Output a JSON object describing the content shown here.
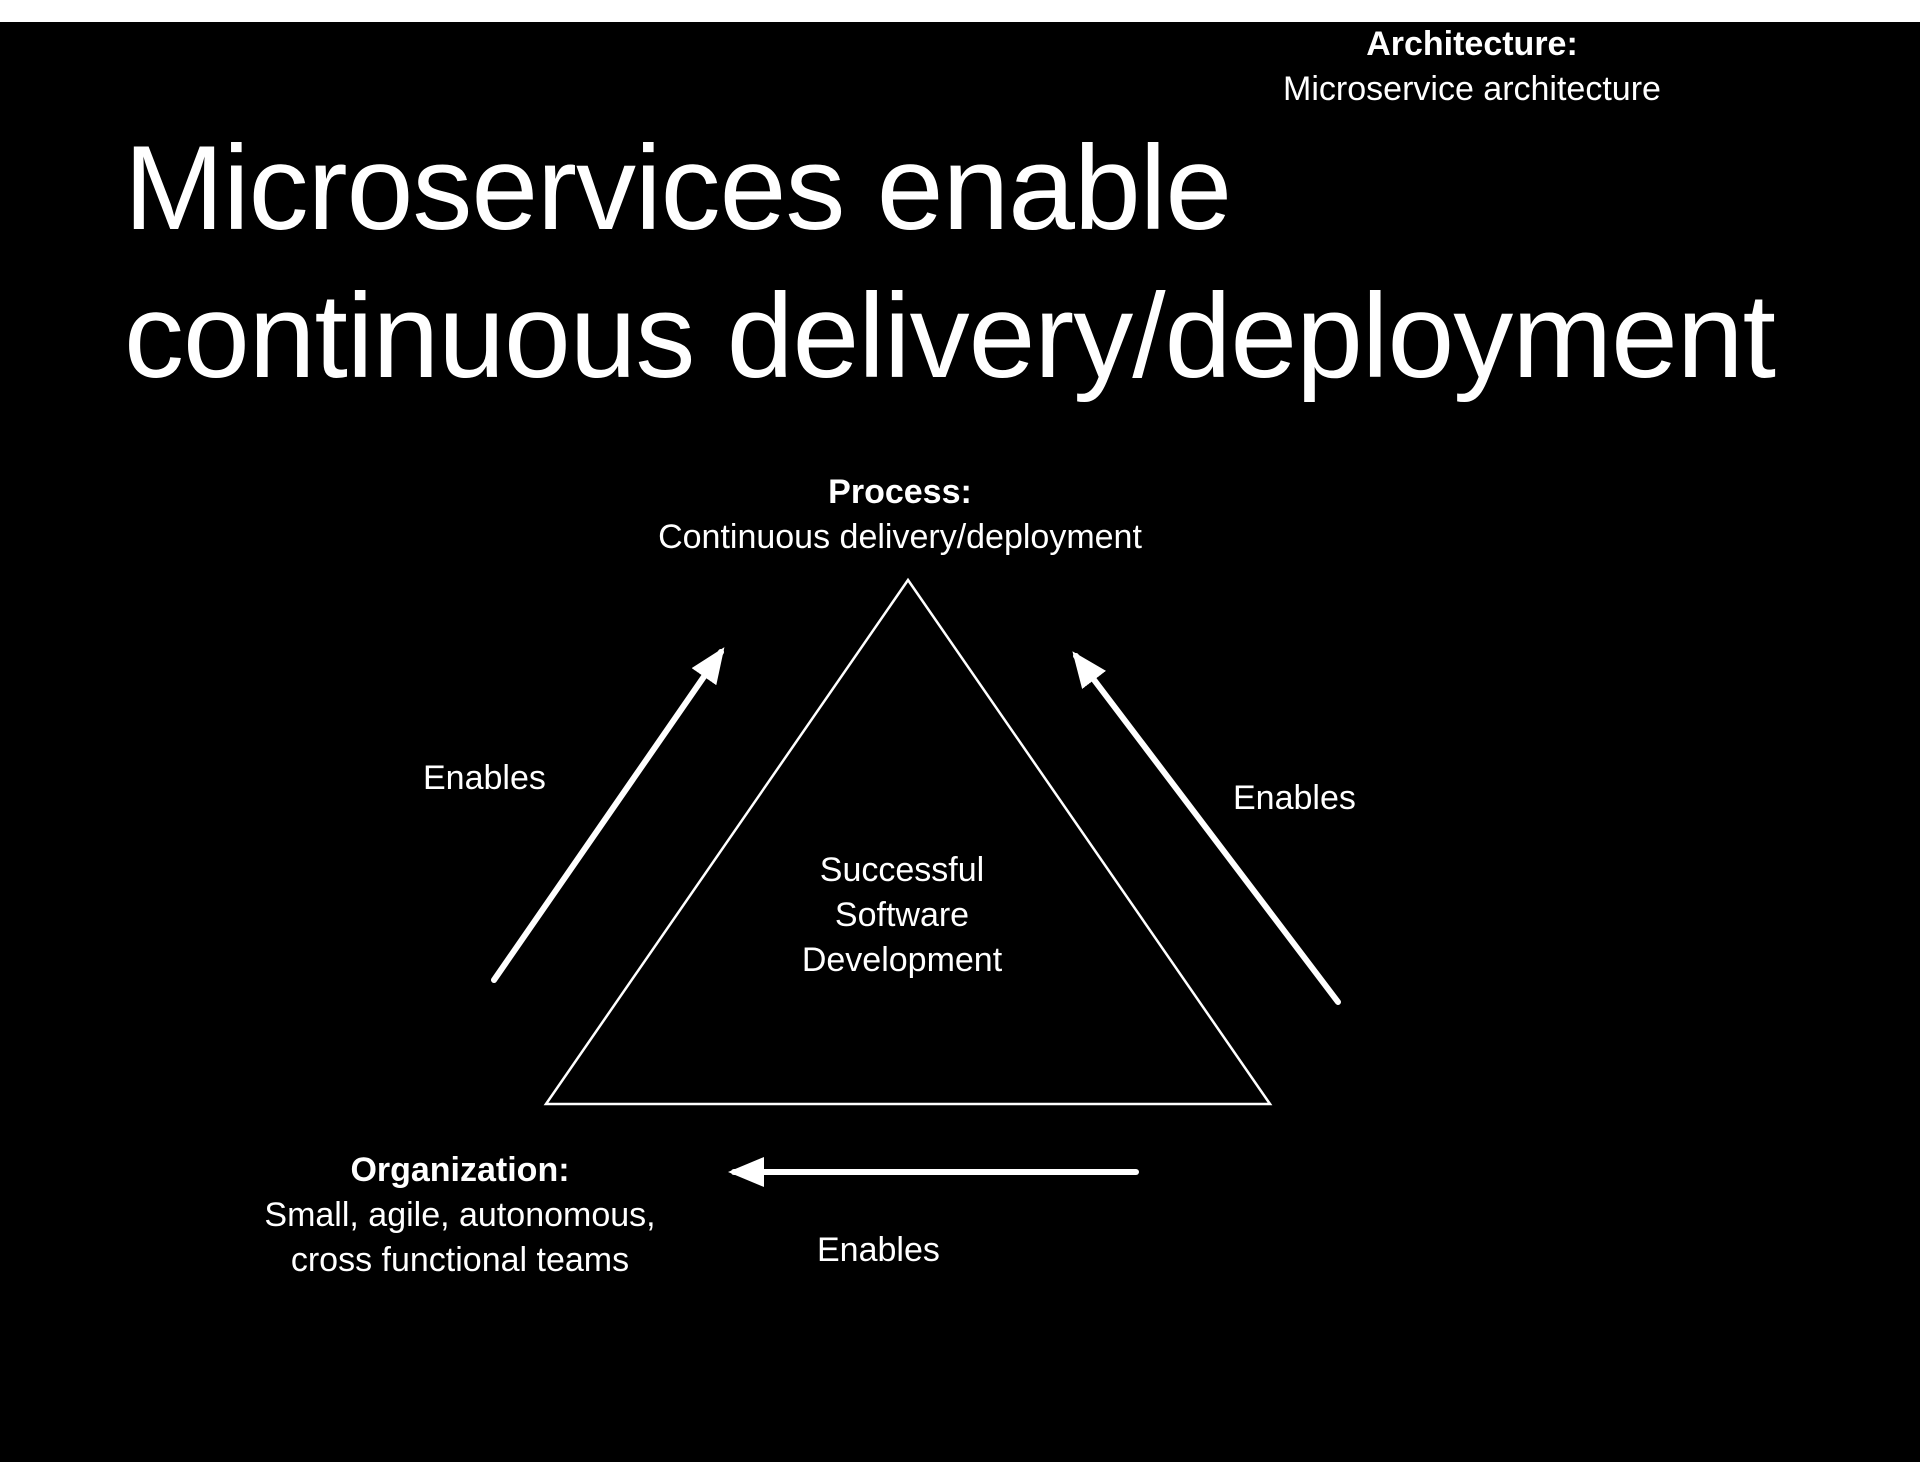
{
  "title": {
    "line1": "Microservices enable",
    "line2": "continuous delivery/deployment"
  },
  "diagram": {
    "process": {
      "heading": "Process:",
      "text": "Continuous delivery/deployment"
    },
    "center": {
      "line1": "Successful",
      "line2": "Software",
      "line3": "Development"
    },
    "organization": {
      "heading": "Organization:",
      "line1": "Small, agile, autonomous,",
      "line2": "cross functional teams"
    },
    "architecture": {
      "heading": "Architecture:",
      "text": "Microservice architecture"
    },
    "edges": {
      "left": "Enables",
      "right": "Enables",
      "bottom": "Enables"
    }
  },
  "colors": {
    "background": "#000000",
    "foreground": "#ffffff",
    "page": "#ffffff"
  }
}
